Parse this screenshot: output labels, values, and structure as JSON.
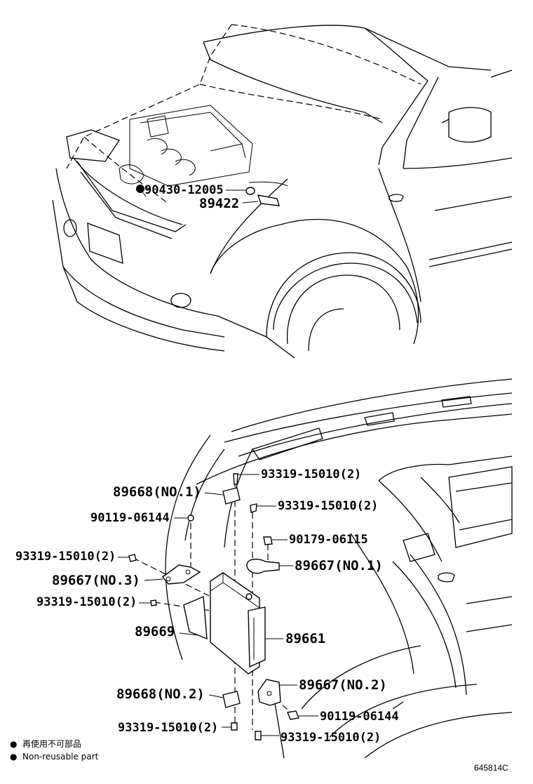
{
  "top_view": {
    "callouts": {
      "bolt_nonreusable": "90430-12005",
      "sensor": "89422"
    }
  },
  "bottom_view": {
    "callouts": {
      "bolt_top_right": "93319-15010(2)",
      "retainer_no1": "89668(NO.1)",
      "bolt_right_2": "93319-15010(2)",
      "screw_left_1": "90119-06144",
      "nut_right": "90179-06115",
      "bolt_left_1": "93319-15010(2)",
      "bracket_no1": "89667(NO.1)",
      "bracket_no3": "89667(NO.3)",
      "bolt_left_2": "93319-15010(2)",
      "pad": "89669",
      "ecu": "89661",
      "bracket_no2": "89667(NO.2)",
      "retainer_no2": "89668(NO.2)",
      "screw_right_bottom": "90119-06144",
      "bolt_bottom_left": "93319-15010(2)",
      "bolt_bottom_right": "93319-15010(2)"
    }
  },
  "legend": {
    "symbol": "●",
    "ja": "再使用不可部品",
    "en": "Non-reusable part"
  },
  "figure_code": "645814C"
}
